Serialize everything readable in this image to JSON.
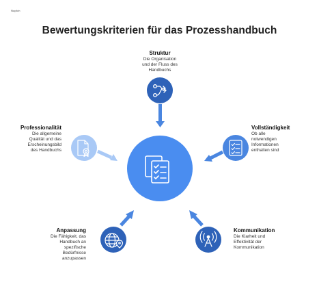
{
  "logo_text": "Napkin",
  "title": "Bewertungskriterien für das Prozesshandbuch",
  "colors": {
    "hub": "#4a8df0",
    "dark_node": "#2e62b8",
    "medium_node": "#4a86e0",
    "light_node": "#a9c9f6",
    "arrow": "#4a86e0",
    "light_arrow": "#a9c9f6"
  },
  "hub": {
    "icon": "clipboard-checklist-icon"
  },
  "nodes": [
    {
      "id": "struktur",
      "title": "Struktur",
      "desc": [
        "Die Organisation",
        "und der Fluss des",
        "Handbuchs"
      ],
      "icon": "flow-arrows-icon"
    },
    {
      "id": "vollstaendigkeit",
      "title": "Vollständigkeit",
      "desc": [
        "Ob alle",
        "notwendigen",
        "Informationen",
        "enthalten sind"
      ],
      "icon": "checklist-icon"
    },
    {
      "id": "kommunikation",
      "title": "Kommunikation",
      "desc": [
        "Die Klarheit und",
        "Effektivität der",
        "Kommunikation"
      ],
      "icon": "radio-tower-icon"
    },
    {
      "id": "anpassung",
      "title": "Anpassung",
      "desc": [
        "Die Fähigkeit, das",
        "Handbuch an",
        "spezifische",
        "Bedürfnisse",
        "anzupassen"
      ],
      "icon": "globe-pin-icon"
    },
    {
      "id": "professionalitaet",
      "title": "Professionalität",
      "desc": [
        "Die allgemeine",
        "Qualität und das",
        "Erscheinungsbild",
        "des Handbuchs"
      ],
      "icon": "certificate-document-icon"
    }
  ]
}
